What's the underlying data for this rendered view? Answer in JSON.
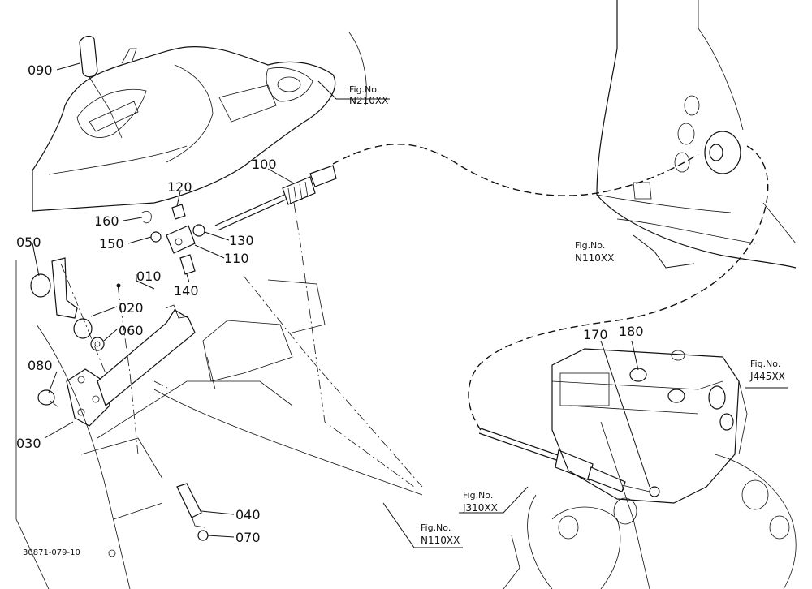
{
  "parts": [
    {
      "id": "p090",
      "number": "090"
    },
    {
      "id": "p100",
      "number": "100"
    },
    {
      "id": "p120",
      "number": "120"
    },
    {
      "id": "p160",
      "number": "160"
    },
    {
      "id": "p150",
      "number": "150"
    },
    {
      "id": "p130",
      "number": "130"
    },
    {
      "id": "p110",
      "number": "110"
    },
    {
      "id": "p050",
      "number": "050"
    },
    {
      "id": "p010",
      "number": "010"
    },
    {
      "id": "p020",
      "number": "020"
    },
    {
      "id": "p060",
      "number": "060"
    },
    {
      "id": "p140",
      "number": "140"
    },
    {
      "id": "p080",
      "number": "080"
    },
    {
      "id": "p030",
      "number": "030"
    },
    {
      "id": "p040",
      "number": "040"
    },
    {
      "id": "p070",
      "number": "070"
    },
    {
      "id": "p170",
      "number": "170"
    },
    {
      "id": "p180",
      "number": "180"
    }
  ],
  "fig_refs": [
    {
      "id": "fig-n210",
      "label": "Fig.No.",
      "number": "N210XX"
    },
    {
      "id": "fig-n110-right",
      "label": "Fig.No.",
      "number": "N110XX"
    },
    {
      "id": "fig-j445",
      "label": "Fig.No.",
      "number": "J445XX"
    },
    {
      "id": "fig-j310",
      "label": "Fig.No.",
      "number": "J310XX"
    },
    {
      "id": "fig-n110-bottom",
      "label": "Fig.No.",
      "number": "N110XX"
    }
  ],
  "drawing_code": "30871-079-10"
}
